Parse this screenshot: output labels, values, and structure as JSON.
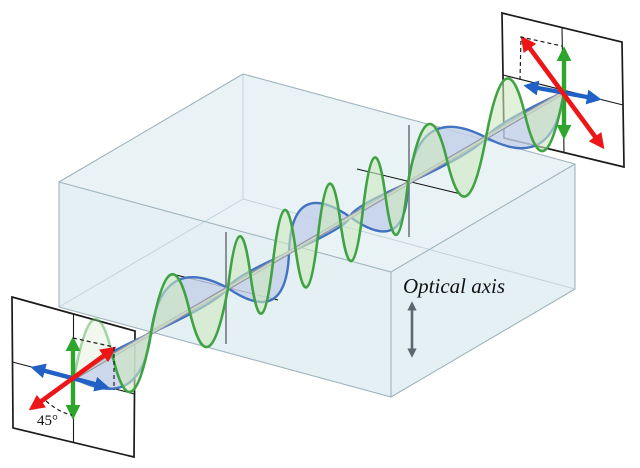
{
  "diagram": {
    "labels": {
      "optical_axis": "Optical axis",
      "input_angle": "45°"
    },
    "icons": {
      "input_red": "diagonal-45deg-polarization-double-arrow",
      "input_green": "vertical-component-double-arrow",
      "input_blue": "horizontal-component-double-arrow",
      "output_red": "diagonal-minus45deg-polarization-double-arrow",
      "output_green": "vertical-component-double-arrow",
      "output_blue": "horizontal-component-double-arrow",
      "optical_axis_arrow": "vertical-double-arrow"
    },
    "colors": {
      "wave_green": "#3fa344",
      "wave_green_fill": "#cfe7c0",
      "wave_blue": "#4273c2",
      "wave_blue_fill": "#c3cfe8",
      "arrow_red": "#ee1517",
      "arrow_green": "#2ea52c",
      "arrow_blue": "#2160c4",
      "beam_gray": "#8f969e",
      "beam_hilite": "#c9ced4",
      "marker_gray": "#8a9096",
      "axis_gray": "#5d6770",
      "crystal_fill": "#e7f2f5",
      "crystal_fill_side": "#e0edf2",
      "crystal_edge": "#9fb4bd",
      "crystal_edge_faint": "#c3d3da",
      "panel_frame": "#1a1a1a"
    }
  }
}
